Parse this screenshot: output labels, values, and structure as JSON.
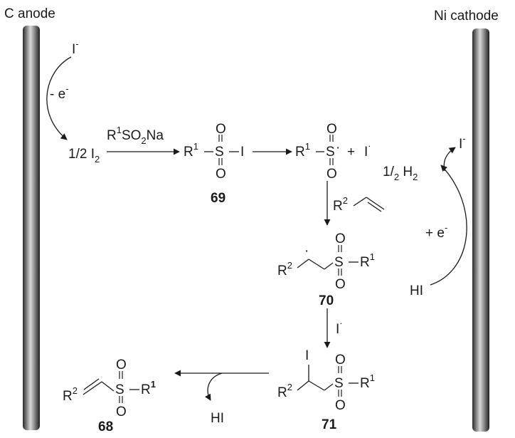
{
  "electrodes": {
    "anode_label": "C anode",
    "cathode_label": "Ni cathode"
  },
  "anode_cycle": {
    "iodide": "I",
    "iodide_charge": "-",
    "electron_loss": "- e",
    "electron_loss_charge": "-",
    "iodine_coeff": "1/2 I",
    "iodine_sub": "2"
  },
  "reagent": {
    "r1": "R",
    "r1_sup": "1",
    "so2na_a": "SO",
    "so2na_sub": "2",
    "so2na_b": "Na"
  },
  "compounds": {
    "c69": "69",
    "c70": "70",
    "c71": "71",
    "c68": "68"
  },
  "atoms": {
    "R": "R",
    "S": "S",
    "O": "O",
    "I": "I",
    "one": "1",
    "two": "2",
    "plus": "+",
    "dot": "·"
  },
  "cathode_cycle": {
    "iodide": "I",
    "iodide_charge": "-",
    "h2_a": "1/",
    "h2_b": "2",
    "h2_c": " H",
    "h2_sub": "2",
    "electron_gain": "+ e",
    "electron_gain_charge": "-",
    "hi": "HI"
  },
  "elimination": {
    "hi": "HI"
  }
}
